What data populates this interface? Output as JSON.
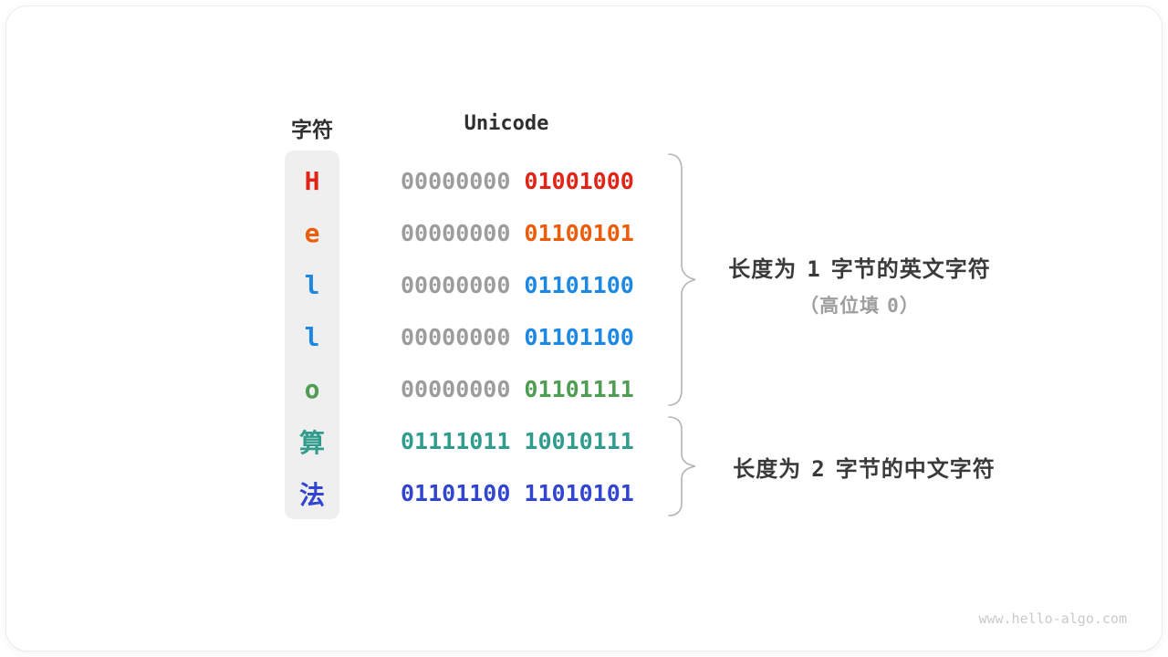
{
  "table": {
    "headers": {
      "char": "字符",
      "unicode": "Unicode"
    },
    "rows": [
      {
        "char": "H",
        "color": "#e12318",
        "bytes": [
          "00000000",
          "01001000"
        ],
        "byte_colors": [
          "#9c9c9c",
          "#e12318"
        ]
      },
      {
        "char": "e",
        "color": "#eb5d0b",
        "bytes": [
          "00000000",
          "01100101"
        ],
        "byte_colors": [
          "#9c9c9c",
          "#eb5d0b"
        ]
      },
      {
        "char": "l",
        "color": "#1d88e4",
        "bytes": [
          "00000000",
          "01101100"
        ],
        "byte_colors": [
          "#9c9c9c",
          "#1d88e4"
        ]
      },
      {
        "char": "l",
        "color": "#1d88e4",
        "bytes": [
          "00000000",
          "01101100"
        ],
        "byte_colors": [
          "#9c9c9c",
          "#1d88e4"
        ]
      },
      {
        "char": "o",
        "color": "#4e9d52",
        "bytes": [
          "00000000",
          "01101111"
        ],
        "byte_colors": [
          "#9c9c9c",
          "#4e9d52"
        ]
      },
      {
        "char": "算",
        "color": "#319c8d",
        "bytes": [
          "01111011",
          "10010111"
        ],
        "byte_colors": [
          "#319c8d",
          "#319c8d"
        ]
      },
      {
        "char": "法",
        "color": "#3245d0",
        "bytes": [
          "01101100",
          "11010101"
        ],
        "byte_colors": [
          "#3245d0",
          "#3245d0"
        ]
      }
    ]
  },
  "annotations": {
    "group1": {
      "prefix": "长度为",
      "number": "1",
      "suffix": "字节的英文字符",
      "note_prefix": "（高位填",
      "note_number": "0",
      "note_suffix": "）"
    },
    "group2": {
      "prefix": "长度为",
      "number": "2",
      "suffix": "字节的中文字符"
    }
  },
  "watermark": "www.hello-algo.com",
  "colors": {
    "strip_bg": "#efefef",
    "gray_byte": "#9c9c9c",
    "header_text": "#2f2f2f",
    "annotation_text": "#3a3a3a",
    "annotation_note": "#9e9e9e",
    "brace": "#b3b3b3",
    "watermark": "#cacaca"
  }
}
